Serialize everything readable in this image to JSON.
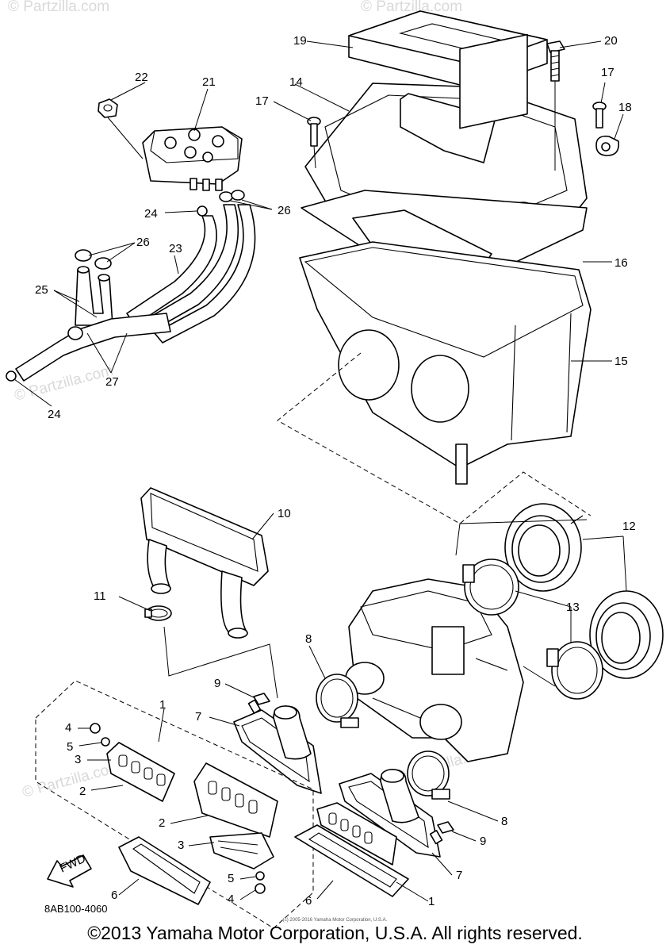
{
  "watermark": "© Partzilla.com",
  "reference_code": "8AB100-4060",
  "small_copyright": "(c) 2005-2016 Yamaha Motor Corporation, U.S.A.",
  "copyright": "©2013 Yamaha Motor Corporation, U.S.A. All rights reserved.",
  "fwd_label": "FWD",
  "callouts": {
    "c1a": "1",
    "c1b": "1",
    "c2a": "2",
    "c2b": "2",
    "c3a": "3",
    "c3b": "3",
    "c4a": "4",
    "c4b": "4",
    "c5a": "5",
    "c5b": "5",
    "c6a": "6",
    "c6b": "6",
    "c7a": "7",
    "c7b": "7",
    "c8a": "8",
    "c8b": "8",
    "c9a": "9",
    "c9b": "9",
    "c10": "10",
    "c11": "11",
    "c12": "12",
    "c13": "13",
    "c14": "14",
    "c15": "15",
    "c16": "16",
    "c17a": "17",
    "c17b": "17",
    "c18": "18",
    "c19": "19",
    "c20": "20",
    "c21": "21",
    "c22": "22",
    "c23": "23",
    "c24a": "24",
    "c24b": "24",
    "c25": "25",
    "c26a": "26",
    "c26b": "26",
    "c27": "27"
  }
}
